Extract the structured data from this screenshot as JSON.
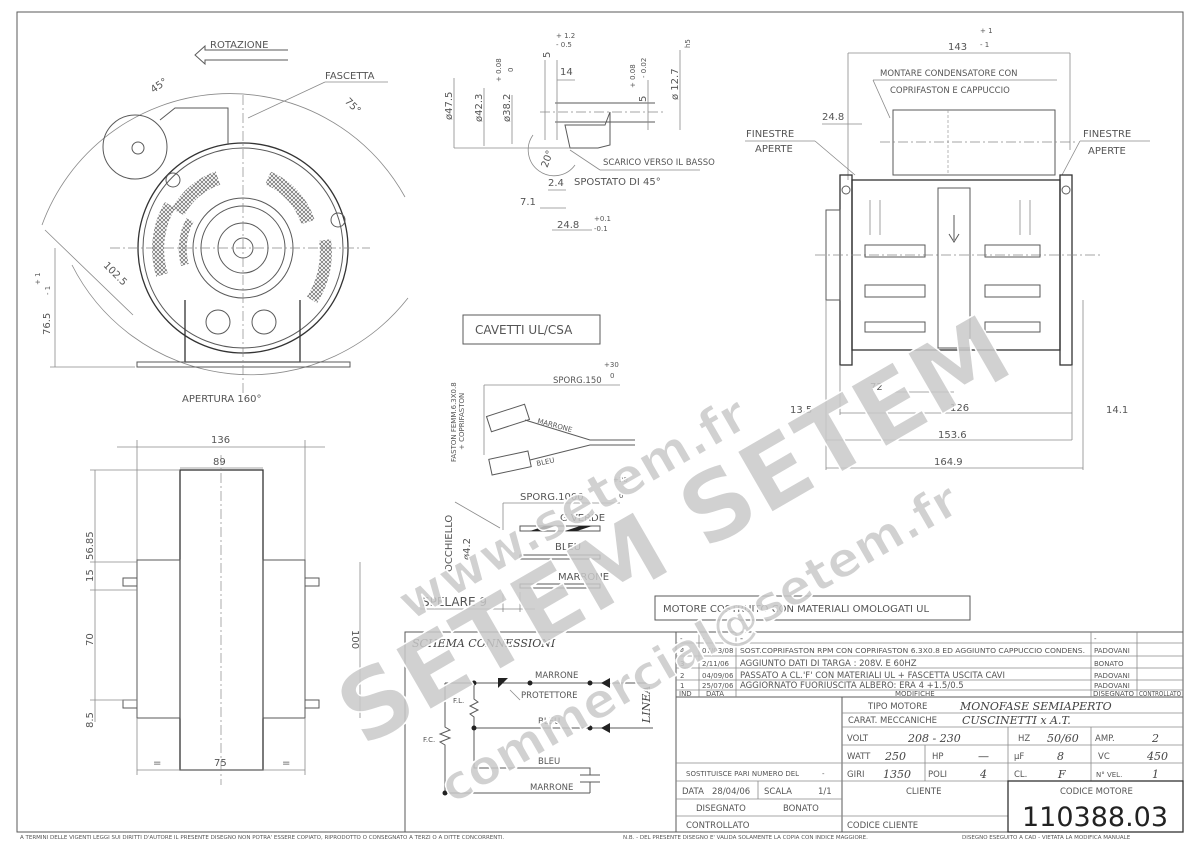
{
  "front_view": {
    "rotation": "ROTAZIONE",
    "fascetta": "FASCETTA",
    "angle_45": "45°",
    "angle_75": "75°",
    "dim_102": "102.5",
    "dim_76": "76.5",
    "tol_plus_1": "+ 1",
    "tol_minus_1": "- 1",
    "apertura": "APERTURA 160°"
  },
  "shaft_detail": {
    "d47": "ø47.5",
    "d42": "ø42.3",
    "d38": "ø38.2",
    "d38_tol_plus": "+ 0.08",
    "d38_tol_zero": "0",
    "dim_5": "5",
    "dim_5_tol_plus": "+ 1.2",
    "dim_5_tol_minus": "- 0.5",
    "dim_14": "14",
    "flat_5": "5",
    "flat_tol_plus": "+ 0.08",
    "flat_tol_minus": "- 0.02",
    "d12": "ø 12.7",
    "d12_fit": "h5",
    "angle_20": "20°",
    "dim_2_4": "2.4",
    "dim_7_1": "7.1",
    "dim_24_8": "24.8",
    "dim_24_8_tol_plus": "+0.1",
    "dim_24_8_tol_minus": "-0.1",
    "note_line1": "SCARICO VERSO IL BASSO",
    "note_line2": "SPOSTATO DI 45°"
  },
  "side_view": {
    "dim_143": "143",
    "tol_plus": "+ 1",
    "tol_minus": "- 1",
    "cap_note_1": "MONTARE CONDENSATORE CON",
    "cap_note_2": "COPRIFASTON E CAPPUCCIO",
    "dim_24_8": "24.8",
    "finestre_left_1": "FINESTRE",
    "finestre_left_2": "APERTE",
    "finestre_right_1": "FINESTRE",
    "finestre_right_2": "APERTE",
    "dim_72": "72",
    "dim_126": "126",
    "dim_13_5": "13.5",
    "dim_14_1": "14.1",
    "dim_153_6": "153.6",
    "dim_164_9": "164.9"
  },
  "bottom_view": {
    "dim_136": "136",
    "dim_89": "89",
    "dim_56": "56.85",
    "dim_15": "15",
    "dim_70": "70",
    "dim_8_5": "8.5",
    "dim_100": "100",
    "dim_75": "75",
    "equal": "="
  },
  "cables": {
    "title": "CAVETTI UL/CSA",
    "faston_1": "FASTON FEMM.6.3X0.8",
    "faston_2": "+ COPRIFASTON",
    "sporg_150": "SPORG.150",
    "sporg_150_tol_plus": "+30",
    "sporg_150_tol_zero": "0",
    "marrone": "MARRONE",
    "bleu": "BLEU",
    "sporg_1000": "SPORG.1000",
    "sporg_1000_tol_plus": "+30",
    "sporg_1000_tol_zero": "0",
    "occhiello": "OCCHIELLO",
    "occhiello_dim": "ø4.2",
    "g_verde": "G.VERDE",
    "bleu_2": "BLEU",
    "marrone_2": "MARRONE",
    "spelare": "SPELARE 9"
  },
  "note_ul": "MOTORE COSTRUITO CON MATERIALI OMOLOGATI UL",
  "schema": {
    "title": "SCHEMA CONNESSIONI",
    "marrone_top": "MARRONE",
    "protettore": "PROTETTORE",
    "fl": "F.L.",
    "fc": "F.C.",
    "bleu_mid": "BLEU",
    "linea": "LINEA",
    "bleu_low": "BLEU",
    "marrone_low": "MARRONE"
  },
  "revisions": {
    "headers": [
      "IND",
      "DATA",
      "MODIFICHE",
      "DISEGNATO",
      "CONTROLLATO"
    ],
    "rows": [
      [
        "-",
        "-",
        "-",
        "-",
        ""
      ],
      [
        "4",
        "07/03/08",
        "SOST.COPRIFASTON RPM CON COPRIFASTON 6.3X0.8 ED AGGIUNTO CAPPUCCIO CONDENS.",
        "PADOVANI",
        ""
      ],
      [
        "3",
        "2/11/06",
        "AGGIUNTO DATI DI TARGA : 208V. E 60HZ",
        "BONATO",
        ""
      ],
      [
        "2",
        "04/09/06",
        "PASSATO A CL.'F' CON MATERIALI UL + FASCETTA USCITA CAVI",
        "PADOVANI",
        ""
      ],
      [
        "1",
        "25/07/06",
        "AGGIORNATO FUORIUSCITA ALBERO: ERA 4 +1.5/0.5",
        "PADOVANI",
        ""
      ]
    ]
  },
  "title_block": {
    "tipo_motore_label": "TIPO MOTORE",
    "tipo_motore": "MONOFASE SEMIAPERTO",
    "carat_label": "CARAT. MECCANICHE",
    "carat": "CUSCINETTI x A.T.",
    "volt_label": "VOLT",
    "volt": "208 - 230",
    "hz_label": "HZ",
    "hz": "50/60",
    "amp_label": "AMP.",
    "amp": "2",
    "watt_label": "WATT",
    "watt": "250",
    "hp_label": "HP",
    "hp": "—",
    "uf_label": "µF",
    "uf": "8",
    "vc_label": "VC",
    "vc": "450",
    "giri_label": "GIRI",
    "giri": "1350",
    "poli_label": "POLI",
    "poli": "4",
    "cl_label": "CL.",
    "cl": "F",
    "nvel_label": "N° VEL.",
    "nvel": "1",
    "sostituisce_label": "SOSTITUISCE PARI NUMERO DEL",
    "sostituisce": "-",
    "data_label": "DATA",
    "data": "28/04/06",
    "scala_label": "SCALA",
    "scala": "1/1",
    "disegnato_label": "DISEGNATO",
    "disegnato": "BONATO",
    "controllato_label": "CONTROLLATO",
    "cliente_label": "CLIENTE",
    "codice_cliente_label": "CODICE CLIENTE",
    "codice_motore_label": "CODICE MOTORE",
    "codice_motore": "110388.03"
  },
  "footer": {
    "copyright": "A TERMINI DELLE VIGENTI LEGGI SUI DIRITTI D'AUTORE IL PRESENTE DISEGNO NON POTRA' ESSERE COPIATO, RIPRODOTTO O CONSEGNATO A TERZI O A DITTE CONCORRENTI.",
    "nb": "N.B. - DEL PRESENTE DISEGNO E' VALIDA SOLAMENTE LA COPIA CON INDICE MAGGIORE.",
    "cad": "DISEGNO ESEGUITO A CAD - VIETATA LA MODIFICA MANUALE"
  },
  "watermark": {
    "url": "www.setem.fr",
    "brand": "SETEM SETEM",
    "email": "commercial@setem.fr"
  }
}
